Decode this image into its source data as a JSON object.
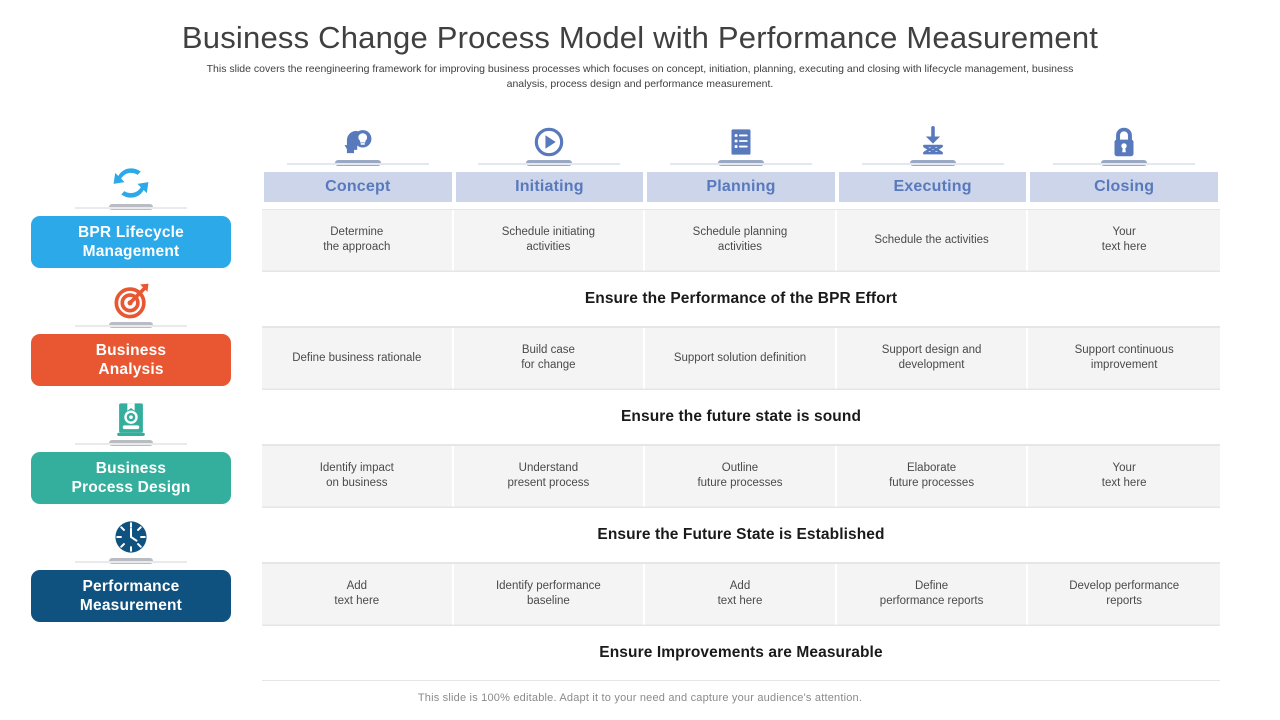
{
  "header": {
    "title": "Business Change Process Model with Performance Measurement",
    "subtitle": "This slide covers the reengineering framework for improving business processes which focuses on concept, initiation, planning, executing and closing with lifecycle management, business analysis, process design and performance measurement."
  },
  "footer": {
    "note": "This slide is 100% editable. Adapt it to your need and capture your audience's attention."
  },
  "colors": {
    "blue": "#2BA9E8",
    "orange": "#E85731",
    "teal": "#35AF9D",
    "navy": "#10527F",
    "header_bar": "#CCD5E9",
    "header_text": "#5979BD",
    "cell_bg": "#F4F4F4"
  },
  "rail": {
    "items": [
      {
        "label_line1": "BPR Lifecycle",
        "label_line2": "Management",
        "color": "#2BA9E8",
        "icon": "refresh-cycle-icon"
      },
      {
        "label_line1": "Business",
        "label_line2": "Analysis",
        "color": "#E85731",
        "icon": "target-arrow-icon"
      },
      {
        "label_line1": "Business",
        "label_line2": "Process Design",
        "color": "#35AF9D",
        "icon": "book-gear-icon"
      },
      {
        "label_line1": "Performance",
        "label_line2": "Measurement",
        "color": "#10527F",
        "icon": "clock-icon"
      }
    ]
  },
  "columns": [
    {
      "label": "Concept",
      "icon": "head-lightbulb-icon"
    },
    {
      "label": "Initiating",
      "icon": "play-circle-icon"
    },
    {
      "label": "Planning",
      "icon": "document-list-icon"
    },
    {
      "label": "Executing",
      "icon": "download-compress-icon"
    },
    {
      "label": "Closing",
      "icon": "padlock-icon"
    }
  ],
  "rows": [
    {
      "type": "cells",
      "cells": [
        "Determine\nthe approach",
        "Schedule initiating\nactivities",
        "Schedule planning\nactivities",
        "Schedule the activities",
        "Your\ntext here"
      ]
    },
    {
      "type": "banner",
      "text": "Ensure the Performance of the BPR Effort"
    },
    {
      "type": "cells",
      "cells": [
        "Define business rationale",
        "Build case\nfor change",
        "Support solution definition",
        "Support design and\ndevelopment",
        "Support continuous\nimprovement"
      ]
    },
    {
      "type": "banner",
      "text": "Ensure the future state is sound"
    },
    {
      "type": "cells",
      "cells": [
        "Identify impact\non business",
        "Understand\npresent process",
        "Outline\nfuture processes",
        "Elaborate\nfuture processes",
        "Your\ntext here"
      ]
    },
    {
      "type": "banner",
      "text": "Ensure the Future State is Established"
    },
    {
      "type": "cells",
      "cells": [
        "Add\ntext here",
        "Identify performance\nbaseline",
        "Add\ntext here",
        "Define\nperformance reports",
        "Develop performance\nreports"
      ]
    },
    {
      "type": "banner",
      "text": "Ensure Improvements are Measurable"
    }
  ]
}
